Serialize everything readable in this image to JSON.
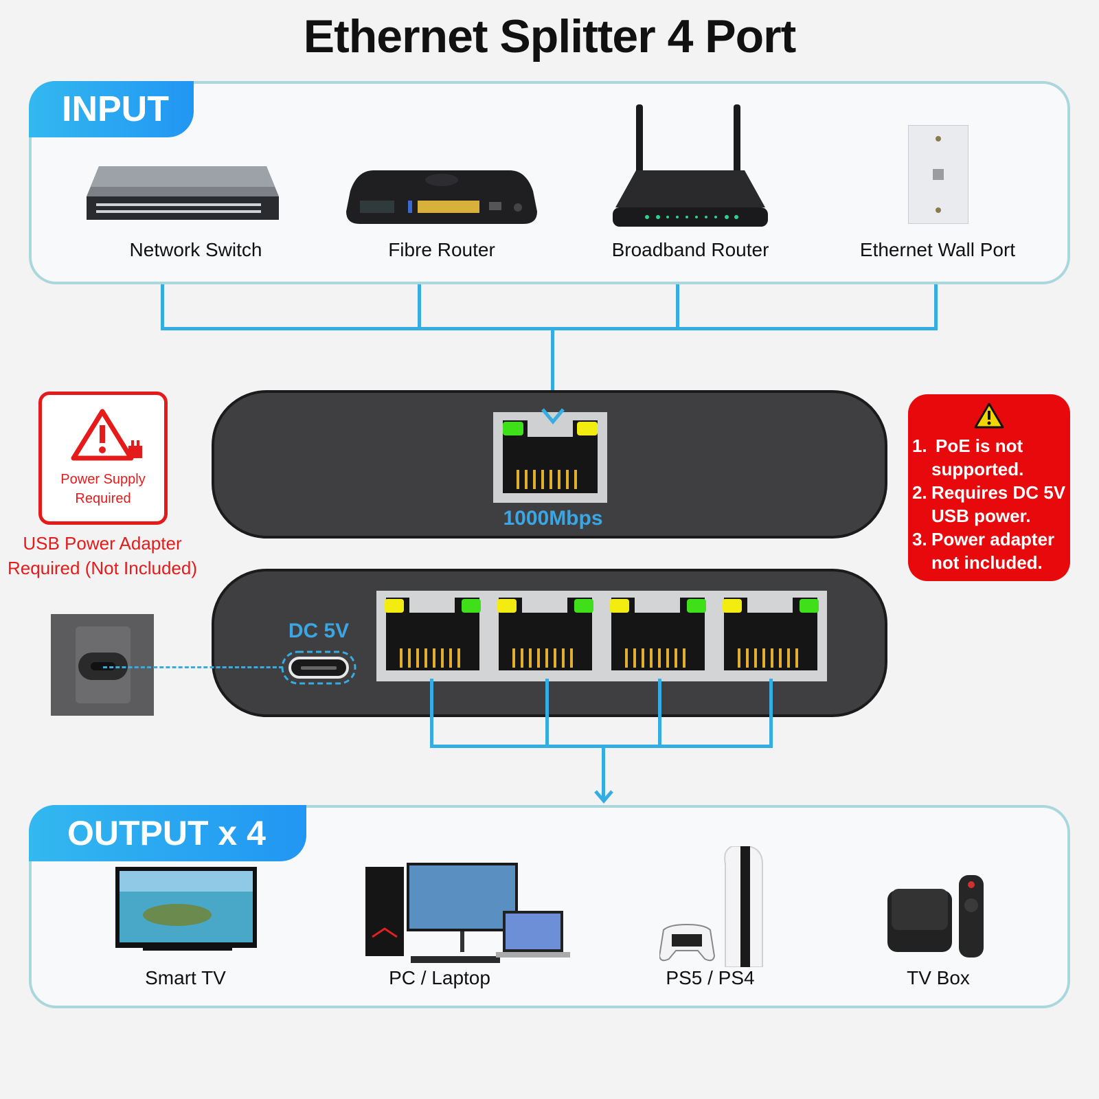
{
  "title": "Ethernet Splitter 4 Port",
  "input": {
    "tab_label": "INPUT",
    "devices": [
      {
        "label": "Network Switch",
        "icon": "network-switch-icon"
      },
      {
        "label": "Fibre Router",
        "icon": "fibre-router-icon"
      },
      {
        "label": "Broadband Router",
        "icon": "broadband-router-icon"
      },
      {
        "label": "Ethernet Wall Port",
        "icon": "ethernet-wall-port-icon"
      }
    ]
  },
  "splitter": {
    "speed_label": "1000Mbps",
    "dc_label": "DC 5V"
  },
  "power_notice": {
    "box_text_line1": "Power Supply",
    "box_text_line2": "Required",
    "caption_line1": "USB Power Adapter",
    "caption_line2": "Required (Not Included)"
  },
  "notes": [
    {
      "num": "1.",
      "line1": "PoE is not",
      "line2": "supported."
    },
    {
      "num": "2.",
      "line1": "Requires DC 5V",
      "line2": "USB power."
    },
    {
      "num": "3.",
      "line1": "Power adapter",
      "line2": "not included."
    }
  ],
  "output": {
    "tab_label": "OUTPUT x 4",
    "devices": [
      {
        "label": "Smart TV",
        "icon": "smart-tv-icon"
      },
      {
        "label": "PC / Laptop",
        "icon": "pc-laptop-icon"
      },
      {
        "label": "PS5 / PS4",
        "icon": "game-console-icon"
      },
      {
        "label": "TV Box",
        "icon": "tv-box-icon"
      }
    ]
  },
  "colors": {
    "accent_blue": "#2196f3",
    "line_blue": "#35ade2",
    "warning_red": "#e8090d",
    "led_green": "#3fe01a",
    "led_yellow": "#f2ec10"
  }
}
